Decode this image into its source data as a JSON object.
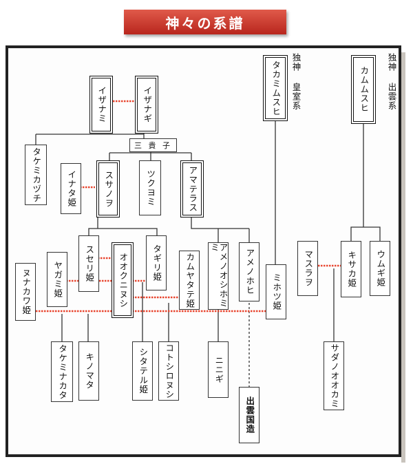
{
  "title": "神々の系譜",
  "labels": {
    "sankishi": "三 貴 子",
    "takami_note": "独神 皇室系",
    "kamimusu_note": "独神 出雲系"
  },
  "nodes": {
    "izanami": "イザナミ",
    "izanagi": "イザナギ",
    "takemikazuchi": "タケミカヅチ",
    "inata": "イナタ姫",
    "susanoo": "スサノヲ",
    "tsukuyomi": "ツクヨミ",
    "amaterasu": "アマテラス",
    "takamimusuhi": "タカミムスヒ",
    "kamimusuhi": "カムムスヒ",
    "suseri": "スセリ姫",
    "yagami": "ヤガミ姫",
    "okuninushi": "オオクニヌシ",
    "tagiri": "タギリ姫",
    "kamuyatate": "カムヤタテ姫",
    "amenooshihomimi": "アメノオシホミミ",
    "amenohohi": "アメノホヒ",
    "mihotsu": "ミホツ姫",
    "masurao": "マスラヲ",
    "kisaka": "キサカ姫",
    "umugi": "ウムギ姫",
    "nunakawa": "ヌナカワ姫",
    "takeminakata": "タケミナカタ",
    "kinomata": "キノマタ",
    "shitateru": "シタテル姫",
    "kotoshironushi": "コトシロヌシ",
    "ninigi": "ニニギ",
    "sadanoookami": "サダノオオカミ",
    "izumo_kokuzo": "出雲国造"
  },
  "colors": {
    "title_bg": "#c8342a",
    "marriage_line": "#e8452e",
    "line": "#333333"
  }
}
